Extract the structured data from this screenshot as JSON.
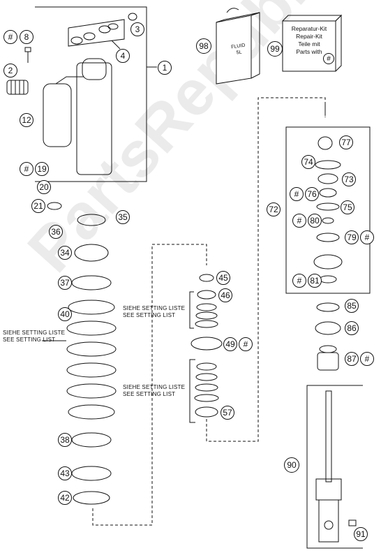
{
  "watermark": "PartsRepublik",
  "kit_box": {
    "line1": "Reparatur-Kit",
    "line2": "Repair-Kit",
    "line3": "Teile mit",
    "line4": "Parts with",
    "symbol": "#"
  },
  "fluid_can": {
    "label_line1": "FLUID",
    "label_line2": "5L"
  },
  "setting_notes": {
    "de": "SIEHE SETTING LISTE",
    "en": "SEE SETTING LIST"
  },
  "callouts": {
    "c1": "1",
    "c2": "2",
    "c3": "3",
    "c4": "4",
    "c8": "8",
    "c12": "12",
    "c19": "19",
    "c20": "20",
    "c21": "21",
    "c34": "34",
    "c35": "35",
    "c36": "36",
    "c37": "37",
    "c38": "38",
    "c40": "40",
    "c42": "42",
    "c43": "43",
    "c45": "45",
    "c46": "46",
    "c49": "49",
    "c57": "57",
    "c72": "72",
    "c73": "73",
    "c74": "74",
    "c75": "75",
    "c76": "76",
    "c77": "77",
    "c79": "79",
    "c80": "80",
    "c81": "81",
    "c85": "85",
    "c86": "86",
    "c87": "87",
    "c90": "90",
    "c91": "91",
    "c98": "98",
    "c99": "99",
    "hash": "#"
  }
}
